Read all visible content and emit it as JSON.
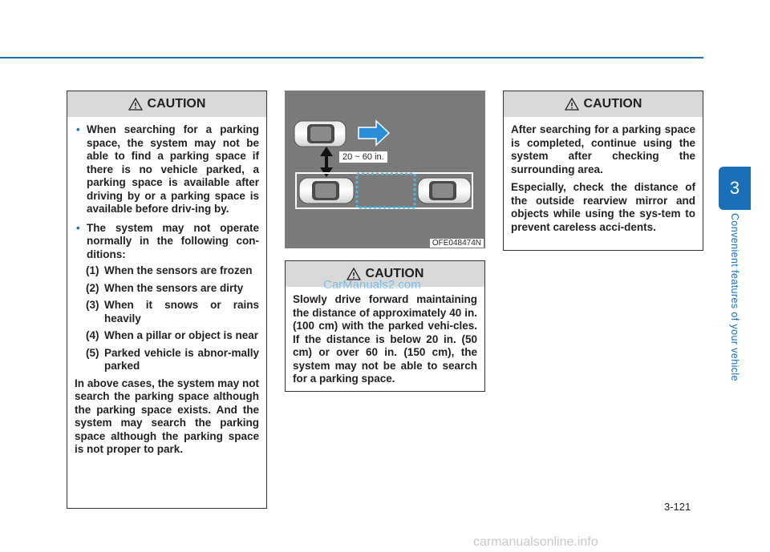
{
  "chapter": {
    "number": "3",
    "title": "Convenient features of your vehicle"
  },
  "page_number": "3-121",
  "caution_label": "CAUTION",
  "left_box": {
    "bullets": [
      "When searching for a parking space, the system may not be able to find a parking space if there is no vehicle parked, a parking space is available after driving by or a parking space is available before driv-ing by.",
      "The system may not operate normally in the following con-ditions:"
    ],
    "conditions": [
      {
        "num": "(1)",
        "text": "When the sensors are frozen"
      },
      {
        "num": "(2)",
        "text": "When the sensors are dirty"
      },
      {
        "num": "(3)",
        "text": "When it snows or rains heavily"
      },
      {
        "num": "(4)",
        "text": "When a pillar or object is near"
      },
      {
        "num": "(5)",
        "text": "Parked vehicle is abnor-mally parked"
      }
    ],
    "closing": "In above cases, the system may not search the parking space although the parking space exists. And the system may search the parking space although the parking space is not proper to park."
  },
  "figure": {
    "distance_label": "20 ~ 60 in.",
    "code": "OFE048474N"
  },
  "middle_box": {
    "text": "Slowly drive forward maintaining the distance of approximately 40 in. (100 cm) with the parked vehi-cles. If the distance is below 20 in. (50 cm) or over 60 in. (150 cm), the system may not be able to search for a parking space."
  },
  "right_box": {
    "paragraphs": [
      "After searching for a parking space is completed, continue using the system after checking the surrounding area.",
      "Especially, check the distance of the outside rearview mirror and objects while using the sys-tem to prevent careless acci-dents."
    ]
  },
  "watermark": "CarManuals2.com",
  "footer_watermark": "carmanualsonline.info",
  "colors": {
    "accent": "#1a6fb8",
    "caution_header": "#d9d9d9",
    "figure_bg": "#7a7a7a",
    "arrow": "#2a8fd8",
    "dotted_box": "#4fb7e8"
  }
}
